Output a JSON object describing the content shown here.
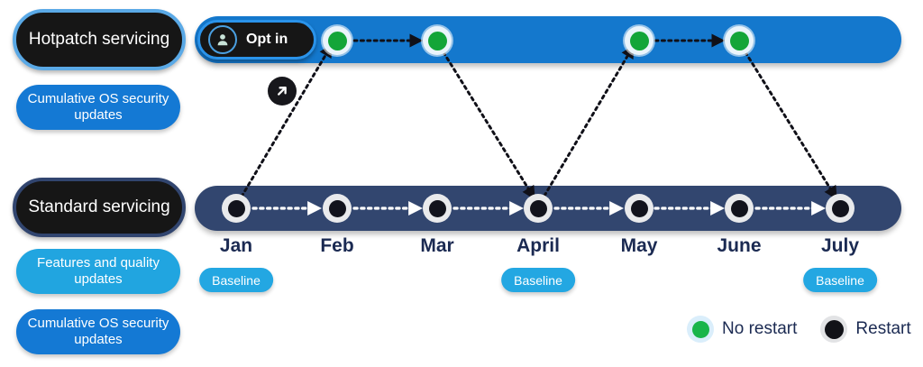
{
  "categories": {
    "hotpatch": {
      "label": "Hotpatch servicing",
      "descriptors": [
        {
          "label": "Cumulative OS security updates",
          "color": "#1479d4"
        }
      ]
    },
    "standard": {
      "label": "Standard servicing",
      "descriptors": [
        {
          "label": "Features and quality updates",
          "color": "#21a5e0"
        },
        {
          "label": "Cumulative OS security updates",
          "color": "#1479d4"
        }
      ]
    }
  },
  "optin": {
    "label": "Opt in",
    "icon": "person-icon",
    "callout_icon": "arrow-up-right-icon"
  },
  "timeline": {
    "months": [
      "Jan",
      "Feb",
      "Mar",
      "April",
      "May",
      "June",
      "July"
    ],
    "baseline_label": "Baseline",
    "baseline_months": [
      "Jan",
      "April",
      "July"
    ],
    "hotpatch_nodes": [
      "Feb",
      "Mar",
      "May",
      "June"
    ],
    "standard_nodes": [
      "Jan",
      "Feb",
      "Mar",
      "April",
      "May",
      "June",
      "July"
    ]
  },
  "legend": {
    "items": [
      {
        "label": "No restart",
        "type": "green",
        "icon": "green-dot-icon"
      },
      {
        "label": "Restart",
        "type": "dark",
        "icon": "black-dot-icon"
      }
    ]
  },
  "colors": {
    "hotpatch_track": "#1478cd",
    "standard_track": "#32466f",
    "baseline_badge": "#23a7e2",
    "no_restart": "#13a538",
    "restart": "#12131c",
    "month_text": "#1b2a52"
  }
}
